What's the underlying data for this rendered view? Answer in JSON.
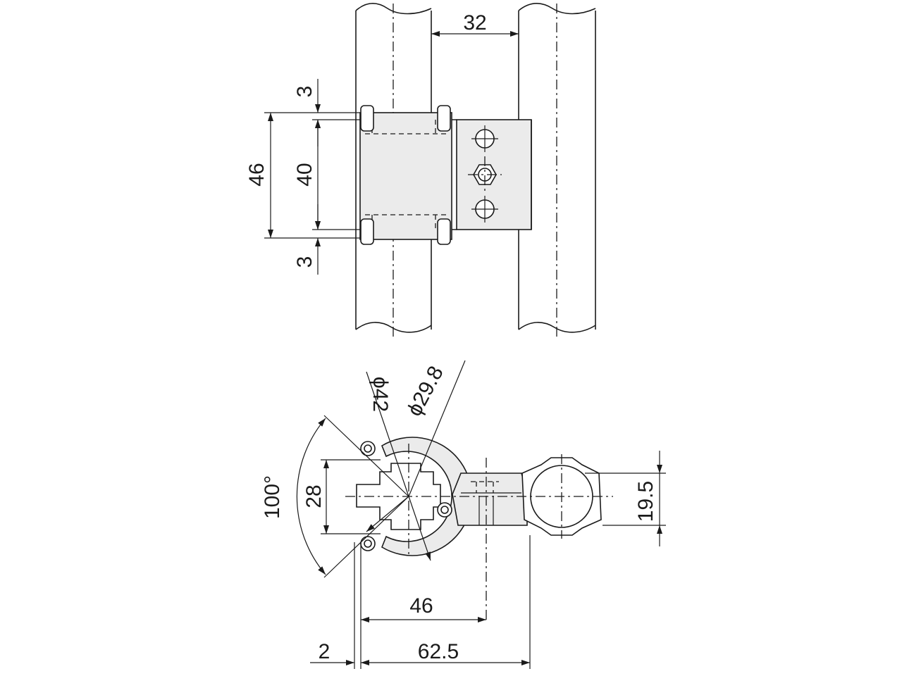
{
  "dimensions": {
    "pitch": "32",
    "overall_height": "46",
    "body_height": "40",
    "top_offset": "3",
    "bottom_offset": "3",
    "pipe_diameter": "ϕ42",
    "bore_diameter": "ϕ29.8",
    "opening_angle": "100°",
    "inner_width": "28",
    "arm_height": "19.5",
    "center_distance": "46",
    "overall_length": "62.5",
    "edge_offset": "2"
  },
  "colors": {
    "line": "#1a1a1a",
    "part_fill": "#ebebeb",
    "background": "#ffffff"
  }
}
